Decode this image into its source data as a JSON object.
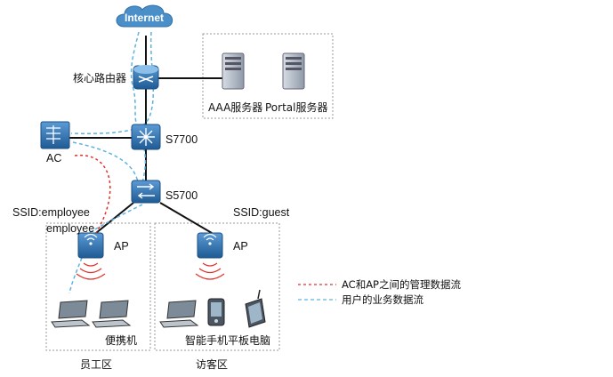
{
  "nodes": {
    "internet": "Internet",
    "core_router": "核心路由器",
    "aaa_server": "AAA服务器",
    "portal_server": "Portal服务器",
    "ac": "AC",
    "s7700": "S7700",
    "s5700": "S5700",
    "ap_left": "AP",
    "ap_right": "AP",
    "laptop_label": "便携机",
    "mobile_label": "智能手机平板电脑"
  },
  "ssids": {
    "employee_ssid": "SSID:employee",
    "employee_sub": "employee",
    "guest_ssid": "SSID:guest"
  },
  "zones": {
    "staff": "员工区",
    "visitor": "访客区"
  },
  "legend": [
    {
      "label": "AC和AP之间的管理数据流",
      "color": "#e0332c",
      "style": "dashed"
    },
    {
      "label": "用户的业务数据流",
      "color": "#5fb3e0",
      "style": "dashed"
    }
  ],
  "colors": {
    "cloud": "#4a8fc7",
    "device_blue": "#2f6fa8",
    "box_border": "#999999"
  }
}
